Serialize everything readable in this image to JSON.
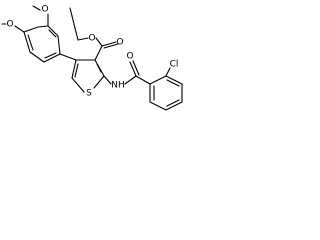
{
  "molecule": {
    "atom_labels": {
      "methoxy_o_top": "O",
      "methoxy_o_left": "O",
      "ester_o_single": "O",
      "ester_o_carbonyl": "O",
      "amide_o": "O",
      "thiophene_s": "S",
      "amide_nh": "NH",
      "chloro": "Cl"
    }
  }
}
